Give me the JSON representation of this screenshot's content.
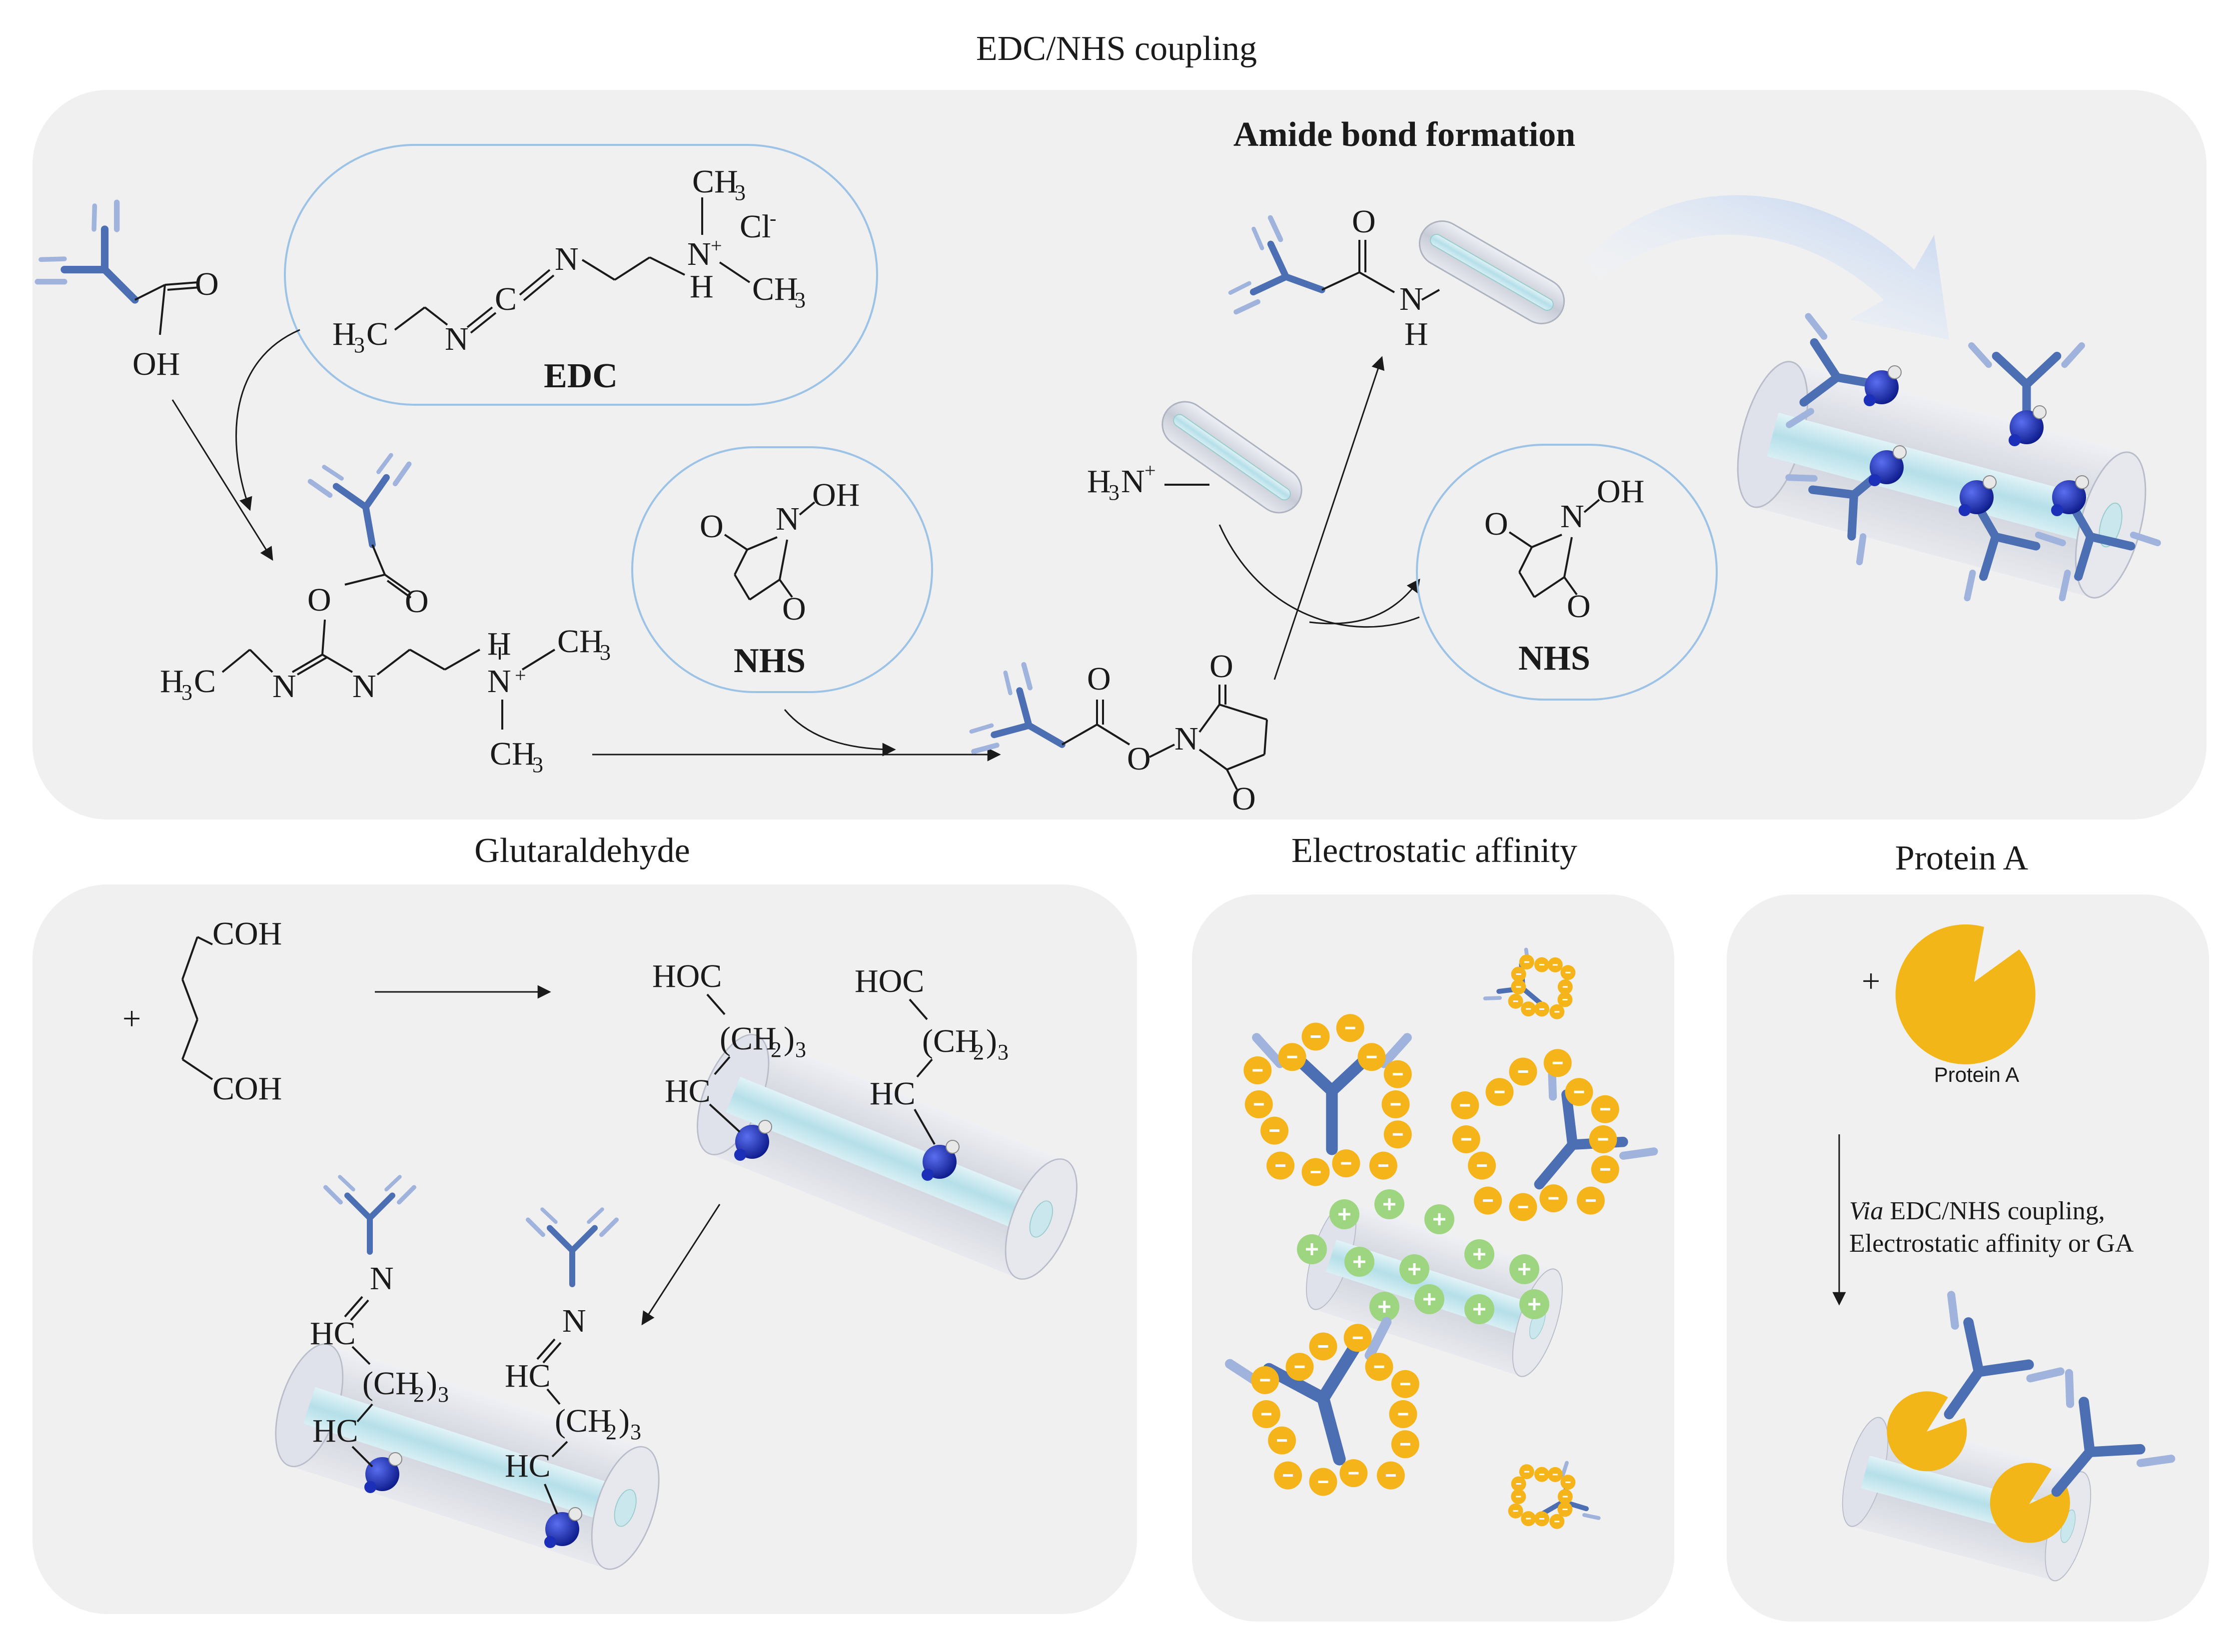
{
  "colors": {
    "panel": "#f0f0f0",
    "antibody": "#4c6fb3",
    "antibody_light": "#9fb3dc",
    "nanotube": "#d9dce6",
    "core": "#c9e6ee",
    "amine": "#1c2fb8",
    "negative": "#f4b41a",
    "positive": "#9ed580",
    "protein_a": "#f2b619",
    "bubble": "#9cc3e6"
  },
  "titles": {
    "edc_nhs": "EDC/NHS coupling",
    "glutaraldehyde": "Glutaraldehyde",
    "electrostatic": "Electrostatic affinity",
    "protein_a": "Protein A"
  },
  "edc_panel": {
    "amide_heading": "Amide bond formation",
    "edc_label": "EDC",
    "nhs_label": "NHS",
    "nhs_label_2": "NHS",
    "O": "O",
    "OH": "OH",
    "N": "N",
    "H": "H",
    "C": "C",
    "CH3": "CH",
    "H3C": "H",
    "Cl": "Cl",
    "H3N": "H",
    "plus": "+",
    "minus": "-",
    "sub3": "3",
    "c_suffix": "C",
    "n_suffix": "N"
  },
  "ga_panel": {
    "COH_top": "COH",
    "COH_bottom": "COH",
    "HOC": "HOC",
    "CH2": "(CH",
    "CH2_close": ")",
    "sub2": "2",
    "sub3": "3",
    "HC": "HC",
    "N": "N",
    "plus": "+"
  },
  "electro_panel": {
    "minus": "−",
    "plus": "+"
  },
  "proteinA_panel": {
    "plus": "+",
    "protein_label": "Protein A",
    "via_italic": "Via",
    "via_rest": " EDC/NHS coupling,",
    "via_line2": "Electrostatic affinity or GA"
  }
}
